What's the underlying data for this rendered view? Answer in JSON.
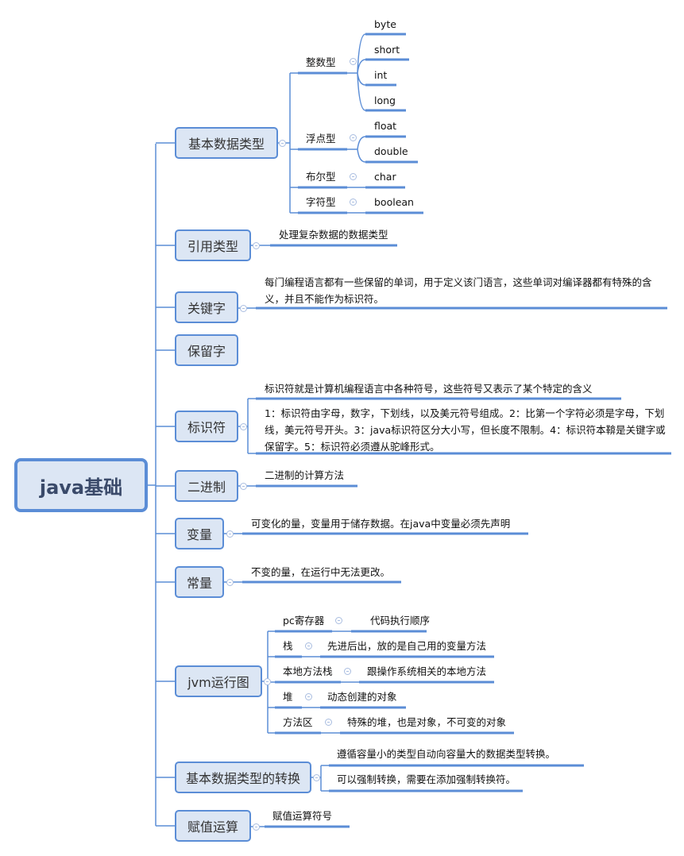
{
  "root": "java基础",
  "nodes": {
    "basic_types": {
      "label": "基本数据类型",
      "groups": [
        {
          "label": "整数型",
          "items": [
            "byte",
            "short",
            "int",
            "long"
          ]
        },
        {
          "label": "浮点型",
          "items": [
            "float",
            "double"
          ]
        },
        {
          "label": "布尔型",
          "items": [
            "char"
          ]
        },
        {
          "label": "字符型",
          "items": [
            "boolean"
          ]
        }
      ]
    },
    "reference_types": {
      "label": "引用类型",
      "note": "处理复杂数据的数据类型"
    },
    "keywords": {
      "label": "关键字",
      "note": "每门编程语言都有一些保留的单词，用于定义该门语言，这些单词对编译器都有特殊的含义，并且不能作为标识符。"
    },
    "reserved": {
      "label": "保留字"
    },
    "identifiers": {
      "label": "标识符",
      "notes": [
        "标识符就是计算机编程语言中各种符号，这些符号又表示了某个特定的含义",
        "1：标识符由字母，数字，下划线，以及美元符号组成。2：比第一个字符必须是字母，下划线，美元符号开头。3：java标识符区分大小写，但长度不限制。4：标识符本鞥是关键字或保留字。5：标识符必须遵从驼峰形式。"
      ]
    },
    "binary": {
      "label": "二进制",
      "note": "二进制的计算方法"
    },
    "variable": {
      "label": "变量",
      "note": "可变化的量，变量用于储存数据。在java中变量必须先声明"
    },
    "constant": {
      "label": "常量",
      "note": "不变的量，在运行中无法更改。"
    },
    "jvm": {
      "label": "jvm运行图",
      "items": [
        {
          "label": "pc寄存器",
          "note": "代码执行顺序"
        },
        {
          "label": "栈",
          "note": "先进后出，放的是自己用的变量方法"
        },
        {
          "label": "本地方法栈",
          "note": "跟操作系统相关的本地方法"
        },
        {
          "label": "堆",
          "note": "动态创建的对象"
        },
        {
          "label": "方法区",
          "note": "特殊的堆，也是对象，不可变的对象"
        }
      ]
    },
    "conversion": {
      "label": "基本数据类型的转换",
      "notes": [
        "遵循容量小的类型自动向容量大的数据类型转换。",
        "可以强制转换，需要在添加强制转换符。"
      ]
    },
    "assignment": {
      "label": "赋值运算",
      "note": "赋值运算符号"
    }
  }
}
